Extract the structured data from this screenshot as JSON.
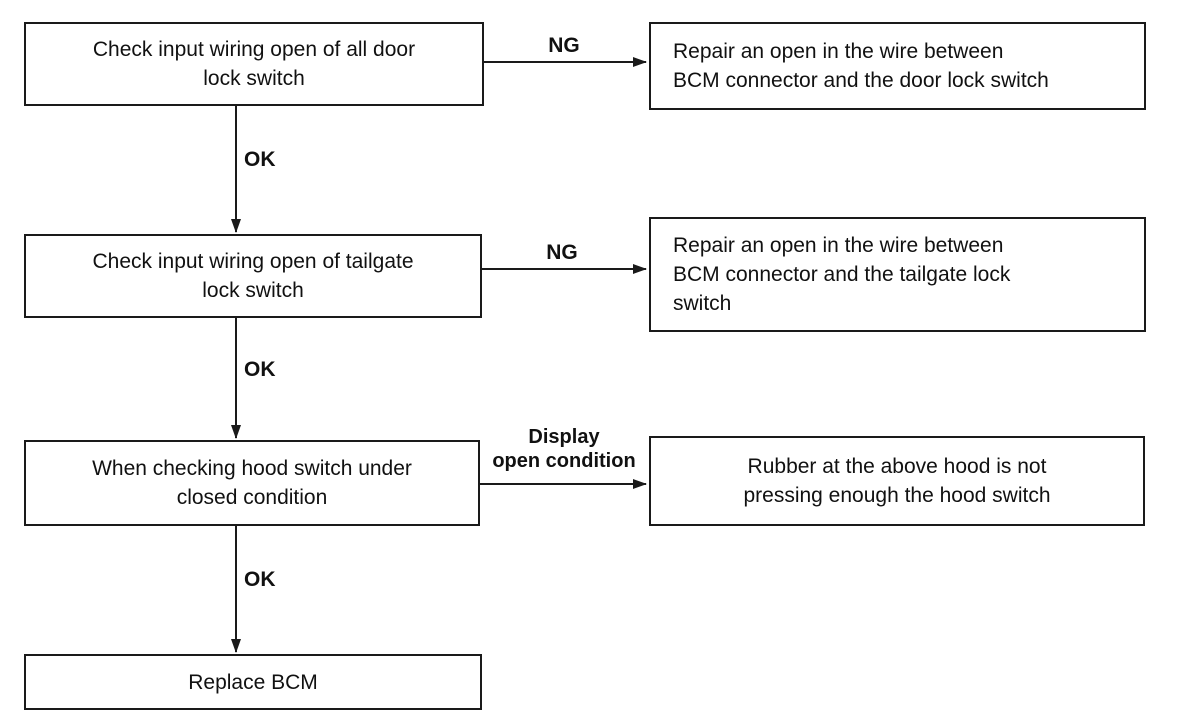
{
  "steps": {
    "door_check": "Check input wiring open of all door\nlock switch",
    "door_repair": "Repair an open in the wire between\nBCM connector and the door lock switch",
    "tailgate_check": "Check input wiring open of tailgate\nlock switch",
    "tailgate_repair": "Repair an open in the wire between\nBCM connector and the tailgate lock\nswitch",
    "hood_check": "When checking hood switch under\nclosed condition",
    "hood_result": "Rubber at the above hood is not\npressing enough the hood switch",
    "replace": "Replace BCM"
  },
  "labels": {
    "ng_1": "NG",
    "ok_1": "OK",
    "ng_2": "NG",
    "ok_2": "OK",
    "display_open": "Display\nopen condition",
    "ok_3": "OK"
  },
  "colors": {
    "line": "#1a1a1a",
    "background": "#ffffff"
  }
}
